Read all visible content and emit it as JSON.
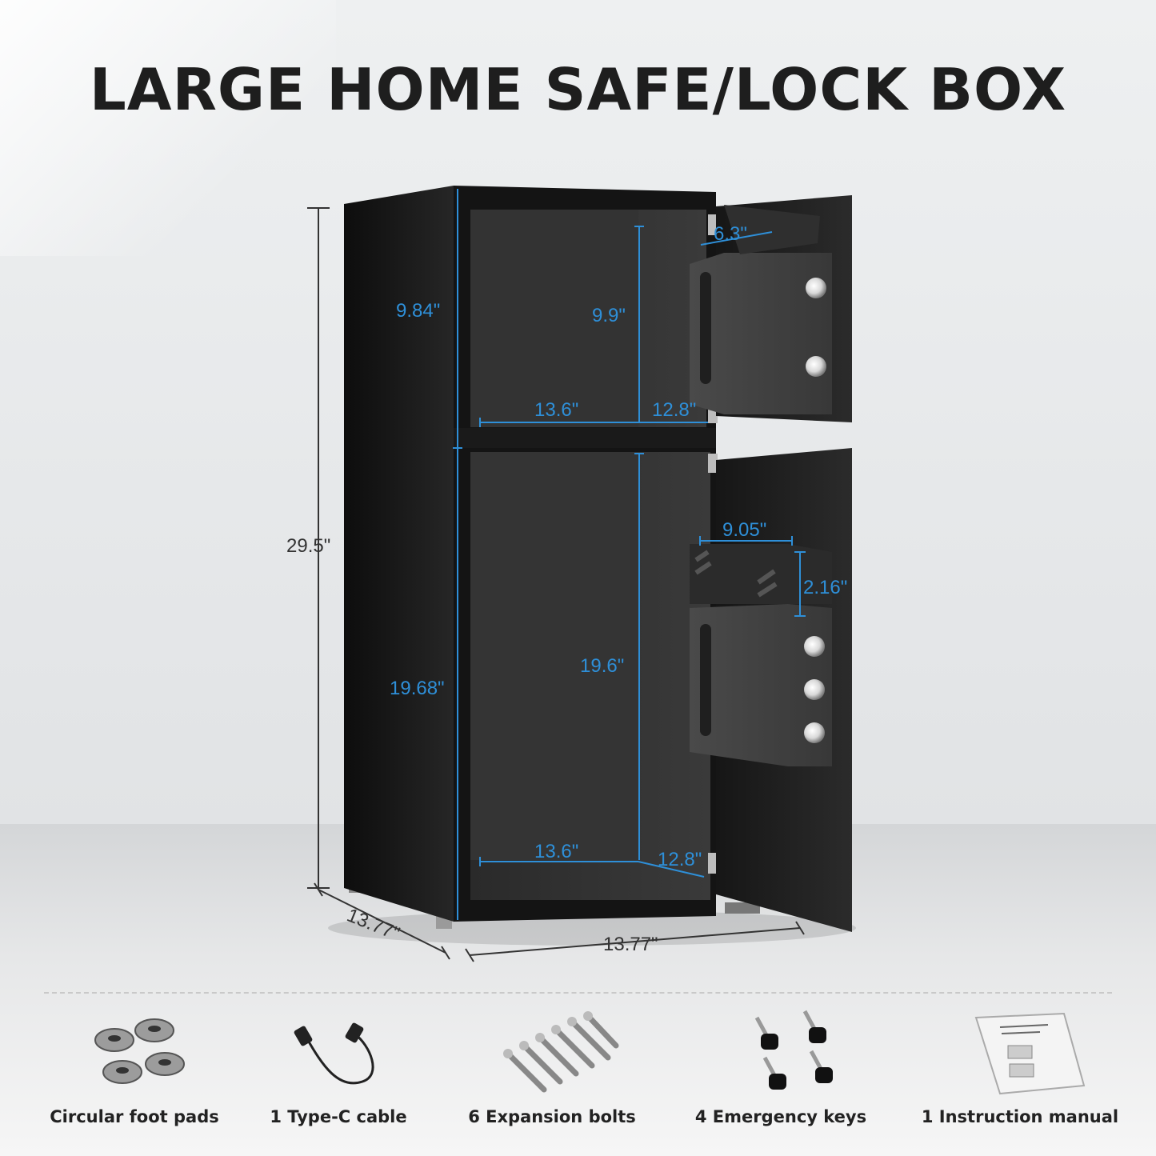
{
  "title": "LARGE HOME SAFE/LOCK BOX",
  "dimensions": {
    "total_height": "29.5\"",
    "top_height": "9.84\"",
    "top_inner_height": "9.9\"",
    "top_width": "13.6\"",
    "top_depth": "12.8\"",
    "top_box_width": "6.3\"",
    "bottom_height": "19.68\"",
    "bottom_inner_height": "19.6\"",
    "bottom_width": "13.6\"",
    "bottom_depth": "12.8\"",
    "slot_width": "9.05\"",
    "slot_height": "2.16\"",
    "outer_depth": "13.77\"",
    "outer_width": "13.77\""
  },
  "accessories": [
    {
      "label": "Circular foot pads",
      "icon": "foot-pads-icon"
    },
    {
      "label": "1 Type-C cable",
      "icon": "type-c-cable-icon"
    },
    {
      "label": "6 Expansion bolts",
      "icon": "expansion-bolts-icon"
    },
    {
      "label": "4 Emergency keys",
      "icon": "emergency-keys-icon"
    },
    {
      "label": "1 Instruction manual",
      "icon": "instruction-manual-icon"
    }
  ],
  "colors": {
    "dimension_line": "#2e8fd8",
    "safe_body": "#1b1b1b",
    "title": "#1e1e1e"
  }
}
